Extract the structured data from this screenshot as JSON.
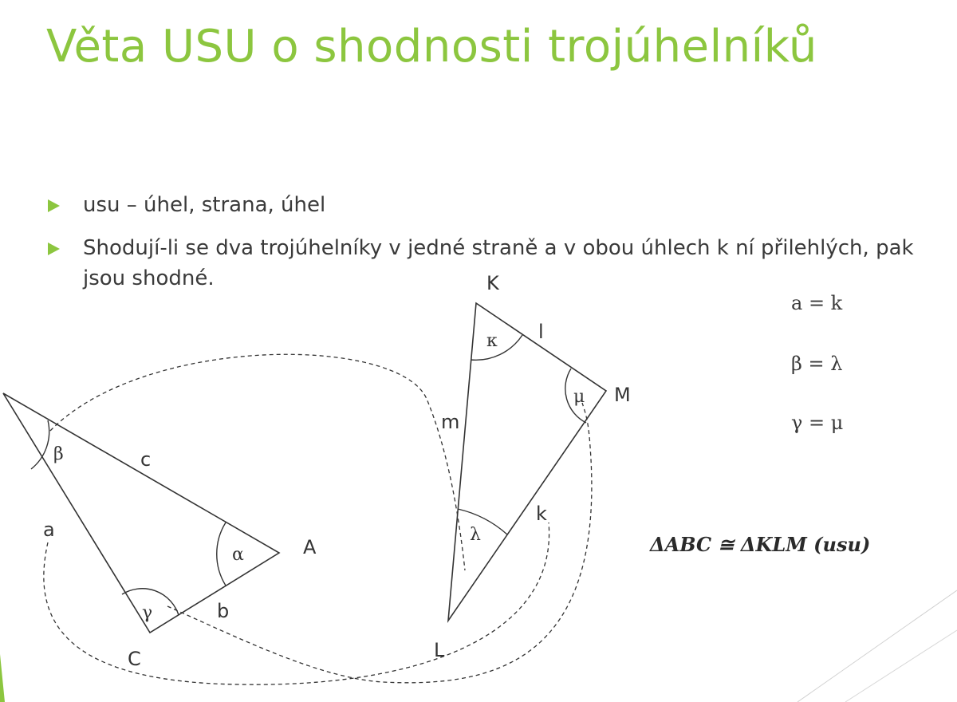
{
  "title": "Věta USU o shodnosti trojúhelníků",
  "bullets": [
    "usu – úhel, strana, úhel",
    "Shodují-li se dva trojúhelníky v jedné straně a v obou úhlech k ní přilehlých, pak jsou shodné."
  ],
  "triangle_abc": {
    "vertex_a": "A",
    "vertex_c": "C",
    "side_a": "a",
    "side_b": "b",
    "side_c": "c",
    "angle_alpha": "α",
    "angle_beta": "β",
    "angle_gamma": "γ"
  },
  "triangle_klm": {
    "vertex_k": "K",
    "vertex_l": "L",
    "vertex_m": "M",
    "side_k": "k",
    "side_l": "l",
    "side_m": "m",
    "angle_kappa": "κ",
    "angle_lambda": "λ",
    "angle_mu": "μ"
  },
  "equalities": [
    "a = k",
    "β = λ",
    "γ = μ"
  ],
  "congruence": "ΔABC ≅ ΔKLM (usu)",
  "colors": {
    "title": "#8cc63f",
    "bullet": "#8cc63f",
    "text": "#3a3a3a"
  }
}
